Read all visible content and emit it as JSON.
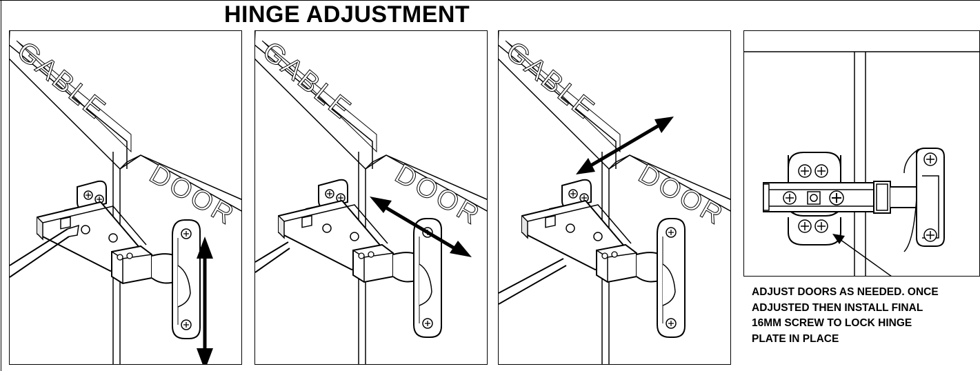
{
  "title": "HINGE ADJUSTMENT",
  "panels": [
    {
      "gable_label": "GABLE",
      "door_label": "DOOR",
      "arrow": "vertical-double-arrow"
    },
    {
      "gable_label": "GABLE",
      "door_label": "DOOR",
      "arrow": "diagonal-double-arrow-side"
    },
    {
      "gable_label": "GABLE",
      "door_label": "DOOR",
      "arrow": "diagonal-double-arrow-depth"
    }
  ],
  "front_view_note": [
    "ADJUST DOORS AS NEEDED. ONCE",
    "ADJUSTED THEN INSTALL FINAL",
    "16MM SCREW TO LOCK HINGE",
    "PLATE IN PLACE"
  ],
  "colors": {
    "line": "#000000",
    "background": "#ffffff",
    "shade": "#dcdcdc"
  }
}
